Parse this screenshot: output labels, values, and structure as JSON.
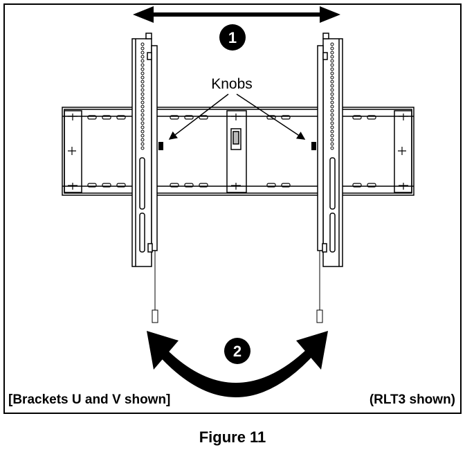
{
  "labels": {
    "knobs": "Knobs",
    "step1": "1",
    "step2": "2",
    "left_note": "[Brackets U and V shown]",
    "right_note": "(RLT3 shown)"
  },
  "caption": "Figure 11"
}
